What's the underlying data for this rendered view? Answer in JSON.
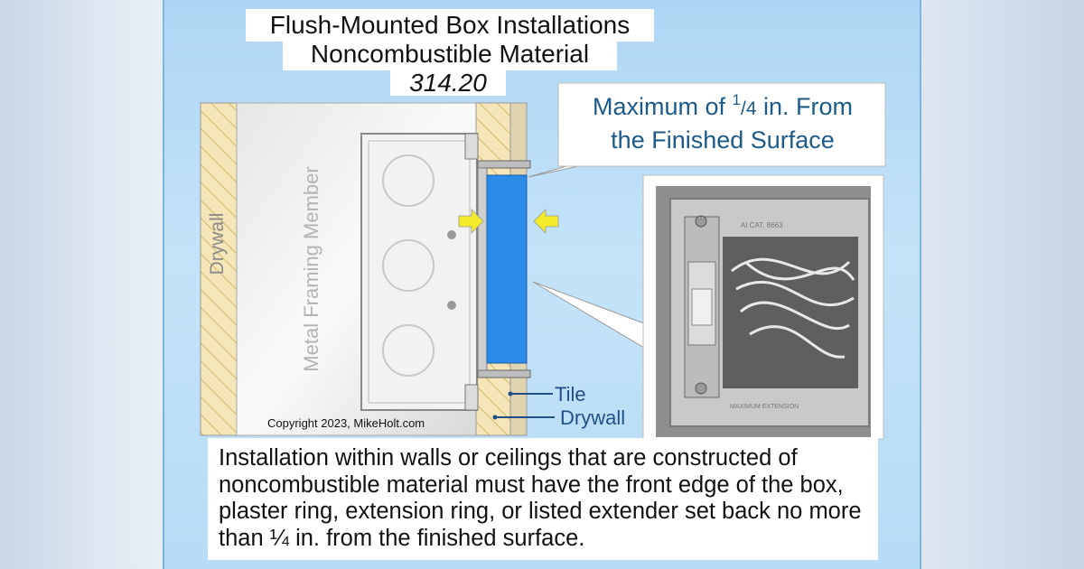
{
  "title": {
    "line1": "Flush-Mounted Box Installations",
    "line2": "Noncombustible Material",
    "code": "314.20"
  },
  "callout": {
    "line1_prefix": "Maximum of ",
    "fraction_num": "1",
    "fraction_den": "/4",
    "line1_suffix": " in. From",
    "line2": "the Finished Surface"
  },
  "labels": {
    "drywall_left": "Drywall",
    "framing": "Metal Framing Member",
    "tile": "Tile",
    "drywall_right": "Drywall",
    "copyright": "Copyright 2023, MikeHolt.com"
  },
  "photo_text": {
    "box_code": "AI CAT. 8663",
    "box_note": "MAXIMUM EXTENSION"
  },
  "description": "Installation within walls or ceilings that are constructed of noncombustible material must have the front edge of the box, plaster ring, extension ring, or listed extender set back no more than ¼ in. from the finished surface.",
  "colors": {
    "tile_blue": "#2a8be8",
    "arrow_yellow": "#f4ec2a",
    "label_blue": "#1f4f86",
    "callout_blue": "#1c5a8a",
    "drywall_tan": "#f1e2b3"
  }
}
